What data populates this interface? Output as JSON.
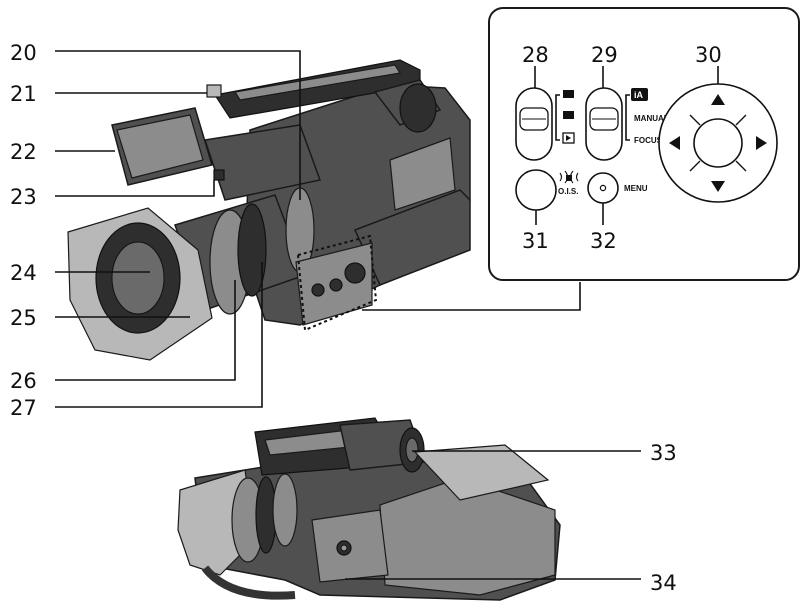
{
  "callouts": {
    "c20": "20",
    "c21": "21",
    "c22": "22",
    "c23": "23",
    "c24": "24",
    "c25": "25",
    "c26": "26",
    "c27": "27",
    "c28": "28",
    "c29": "29",
    "c30": "30",
    "c31": "31",
    "c32": "32",
    "c33": "33",
    "c34": "34"
  },
  "panel": {
    "ia_label": "iA",
    "manual_label": "MANUAL",
    "focus_label": "FOCUS",
    "ois_label": "O.I.S.",
    "menu_label": "MENU"
  },
  "icons": {
    "mode_switch": [
      "movie-icon",
      "camera-icon",
      "playback-icon"
    ],
    "ois_button": "ois-shake-icon",
    "cursor_buttons": [
      "arrow-up-icon",
      "arrow-down-icon",
      "arrow-left-icon",
      "arrow-right-icon"
    ]
  },
  "colors": {
    "line": "#111111",
    "body": "#505050",
    "panel_border": "#1a1a1a"
  }
}
